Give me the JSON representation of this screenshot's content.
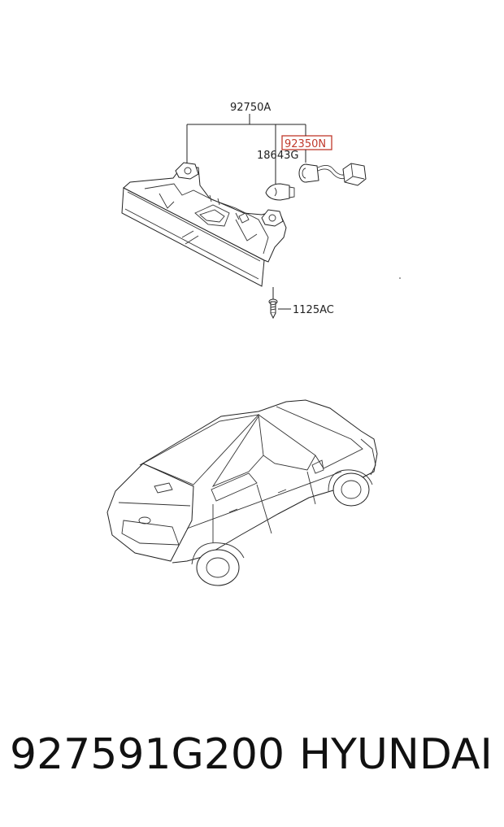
{
  "diagram": {
    "callouts": {
      "assembly": "92750A",
      "socket": "92350N",
      "bulb": "18643G",
      "screw": "1125AC"
    },
    "highlight_color": "#c0392b"
  },
  "footer": {
    "part_number": "927591G200",
    "brand": "HYUNDAI"
  }
}
